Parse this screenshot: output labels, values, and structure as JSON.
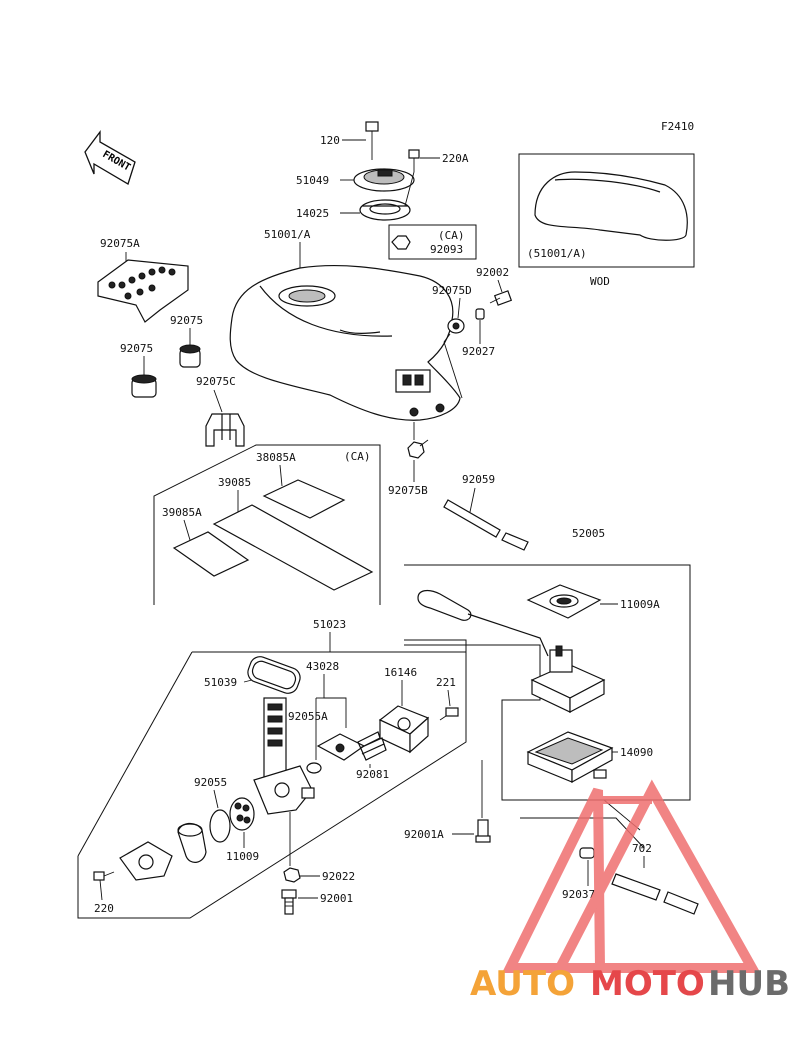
{
  "figure_code": "F2410",
  "front_label": "FRONT",
  "wod_label": "WOD",
  "inset_part_label": "(51001/A)",
  "ca_label_1": "(CA)",
  "ca_label_2": "(CA)",
  "labels": {
    "p120": "120",
    "p220A": "220A",
    "p51049": "51049",
    "p14025": "14025",
    "p92093": "92093",
    "p51001A": "51001/A",
    "p92075A": "92075A",
    "p92002": "92002",
    "p92075D": "92075D",
    "p92027": "92027",
    "p92075_1": "92075",
    "p92075_2": "92075",
    "p92075C": "92075C",
    "p38085A": "38085A",
    "p39085": "39085",
    "p39085A": "39085A",
    "p92075B": "92075B",
    "p92059": "92059",
    "p52005": "52005",
    "p11009A": "11009A",
    "p51023": "51023",
    "p43028": "43028",
    "p16146": "16146",
    "p51039": "51039",
    "p221": "221",
    "p92055A": "92055A",
    "p92081": "92081",
    "p14090": "14090",
    "p92055": "92055",
    "p11009": "11009",
    "p92001A": "92001A",
    "p702": "702",
    "p92022": "92022",
    "p92037": "92037",
    "p92001": "92001",
    "p220": "220"
  },
  "watermark": {
    "part1": "AUTO",
    "part2": "MOTO",
    "part3": "HUB",
    "colors": {
      "orange": "#f4a338",
      "red": "#e5474a",
      "grey": "#6b6b6b",
      "triangle": "#ef6f6f"
    }
  }
}
